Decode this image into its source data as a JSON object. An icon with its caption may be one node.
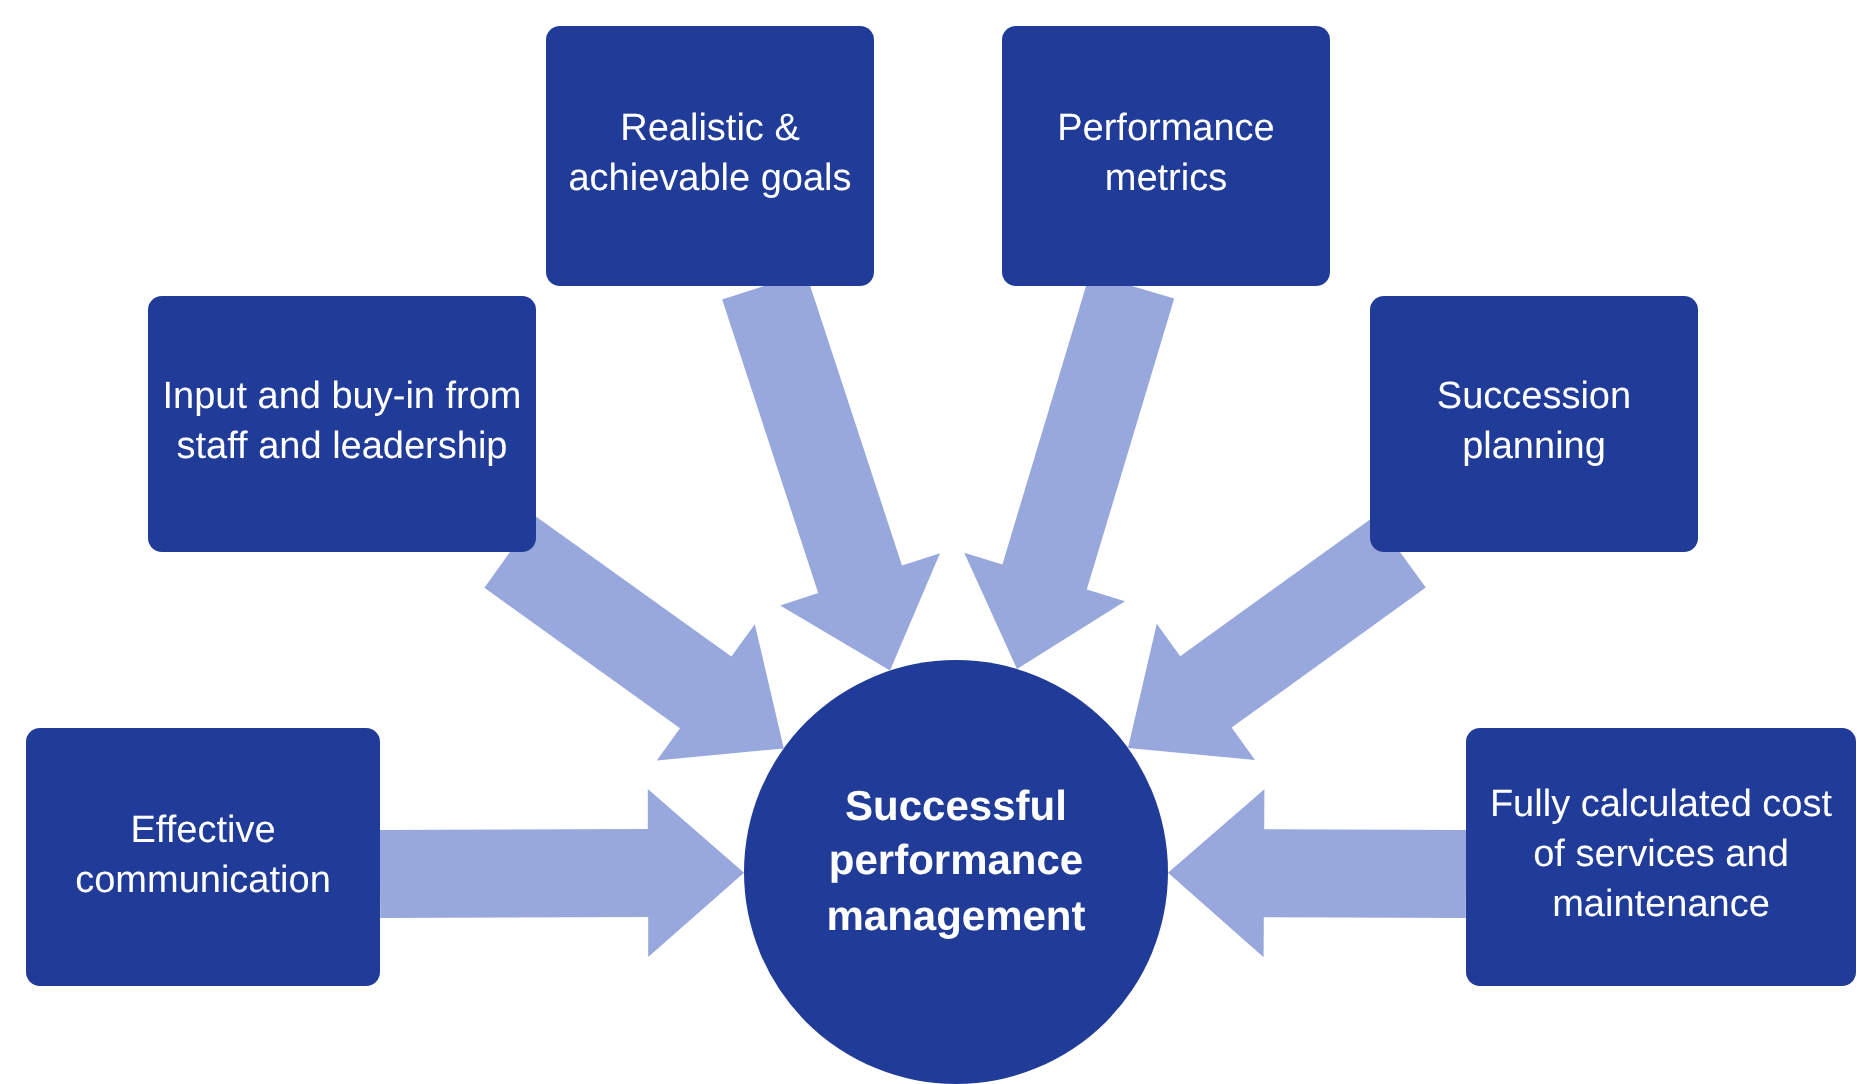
{
  "diagram": {
    "nodes": [
      {
        "text": [
          "Realistic & achievable goals"
        ]
      },
      {
        "text": [
          "Performance metrics"
        ]
      },
      {
        "text": [
          "Input and buy-in from staff and leadership"
        ]
      },
      {
        "text": [
          "Succession planning"
        ]
      },
      {
        "text": [
          "Effective communication"
        ]
      },
      {
        "text": [
          "Fully calculated cost of services and maintenance"
        ]
      },
      {
        "text": [
          "Successful performance management"
        ]
      }
    ],
    "edges": [
      {
        "from": 0,
        "to": 6,
        "arrow": "to"
      },
      {
        "from": 1,
        "to": 6,
        "arrow": "to"
      },
      {
        "from": 2,
        "to": 6,
        "arrow": "to"
      },
      {
        "from": 3,
        "to": 6,
        "arrow": "to"
      },
      {
        "from": 4,
        "to": 6,
        "arrow": "to"
      },
      {
        "from": 5,
        "to": 6,
        "arrow": "to"
      }
    ]
  }
}
